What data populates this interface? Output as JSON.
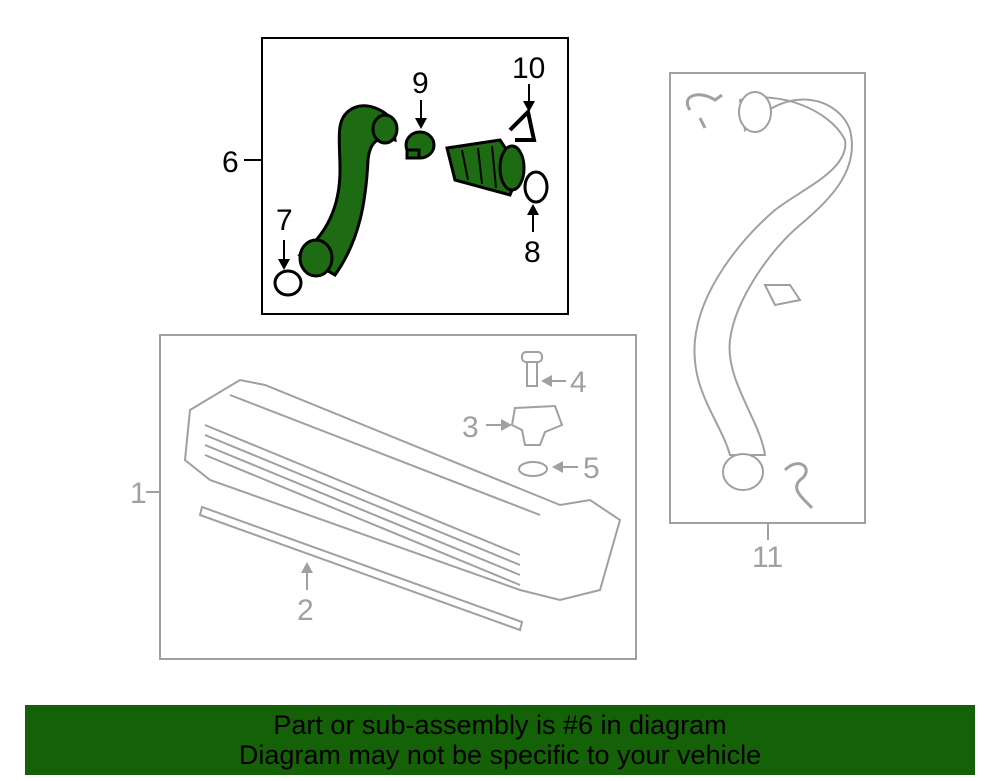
{
  "diagram": {
    "callouts": {
      "c1": "1",
      "c2": "2",
      "c3": "3",
      "c4": "4",
      "c5": "5",
      "c6": "6",
      "c7": "7",
      "c8": "8",
      "c9": "9",
      "c10": "10",
      "c11": "11"
    },
    "highlight_color": "#1d6b12",
    "faded_color": "#a0a0a0"
  },
  "banner": {
    "line1": "Part or sub-assembly is #6 in diagram",
    "line2": "Diagram may not be specific to your vehicle",
    "color": "#156108"
  }
}
